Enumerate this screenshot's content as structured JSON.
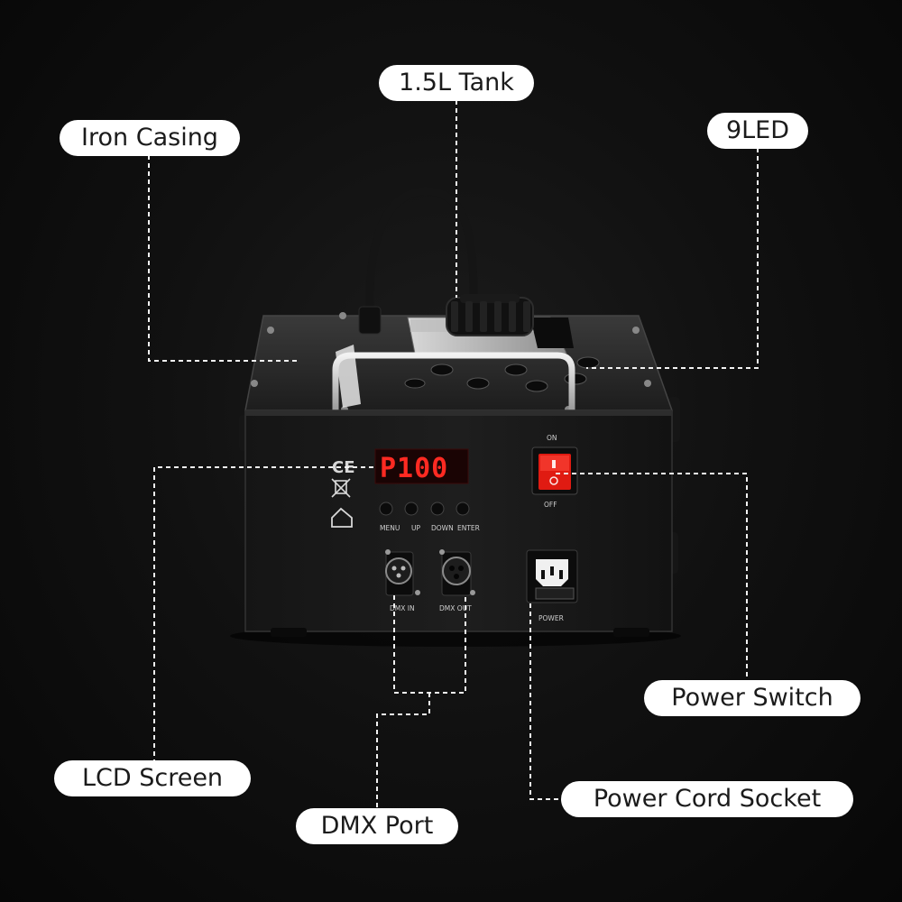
{
  "callouts": {
    "tank": "1.5L Tank",
    "casing": "Iron Casing",
    "led": "9LED",
    "lcd": "LCD Screen",
    "dmx": "DMX Port",
    "power_switch": "Power Switch",
    "power_socket": "Power Cord Socket"
  },
  "panel": {
    "display": "P100",
    "buttons": [
      "MENU",
      "UP",
      "DOWN",
      "ENTER"
    ],
    "switch_on": "ON",
    "switch_off": "OFF",
    "dmx_in": "DMX IN",
    "dmx_out": "DMX OUT",
    "power": "POWER",
    "ce": "CE"
  },
  "colors": {
    "display_red": "#ff2a22",
    "switch_red": "#e01b12",
    "label_bg": "#ffffff"
  }
}
